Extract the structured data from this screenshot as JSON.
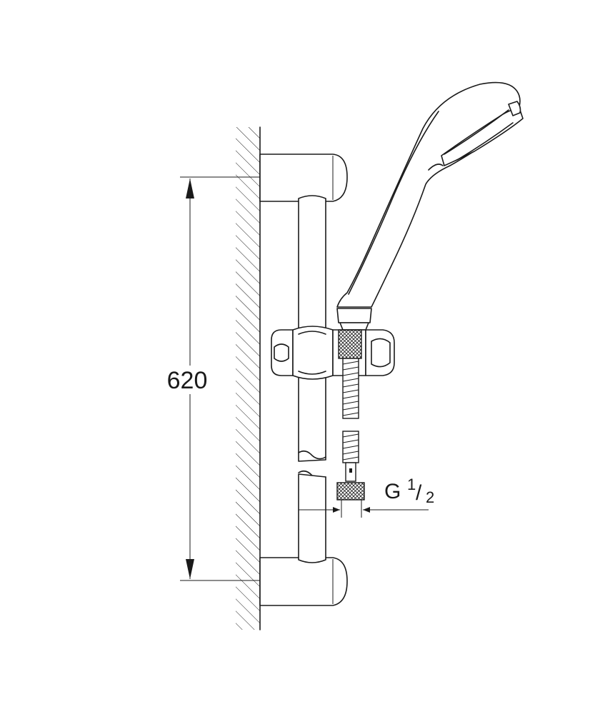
{
  "dimension": {
    "height_label": "620"
  },
  "thread": {
    "prefix": "G",
    "numerator": "1",
    "denominator": "2"
  }
}
